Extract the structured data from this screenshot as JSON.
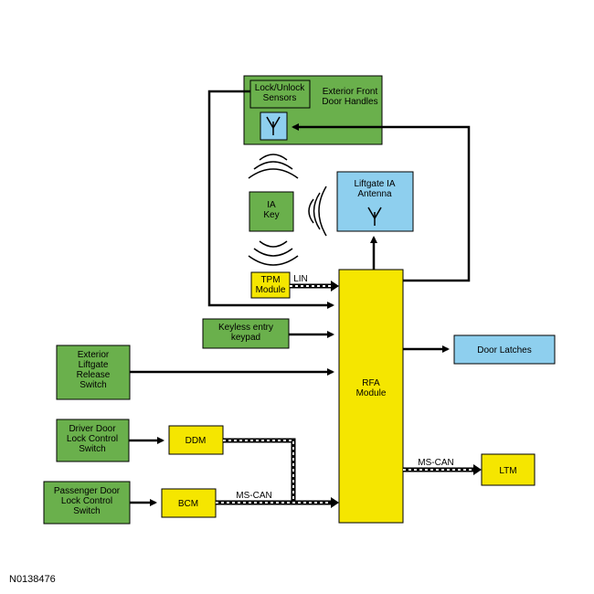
{
  "blocks": {
    "door_handles": "Exterior Front\nDoor Handles",
    "lock_sensors": "Lock/Unlock\nSensors",
    "ia_key": "IA\nKey",
    "liftgate_antenna": "Liftgate IA\nAntenna",
    "tpm_module": "TPM\nModule",
    "keypad": "Keyless entry\nkeypad",
    "liftgate_switch": "Exterior\nLiftgate\nRelease\nSwitch",
    "rfa_module": "RFA\nModule",
    "door_latches": "Door Latches",
    "driver_switch": "Driver Door\nLock Control\nSwitch",
    "ddm": "DDM",
    "passenger_switch": "Passenger Door\nLock Control\nSwitch",
    "bcm": "BCM",
    "ltm": "LTM"
  },
  "bus_labels": {
    "lin": "LIN",
    "ms_can_bcm": "MS-CAN",
    "ms_can_ltm": "MS-CAN"
  },
  "icons": {
    "antenna": "antenna-icon",
    "signal": "signal-waves-icon"
  },
  "colors": {
    "green": "#6ab04c",
    "yellow": "#f5e600",
    "blue": "#8ecfee"
  },
  "figure_id": "N0138476"
}
